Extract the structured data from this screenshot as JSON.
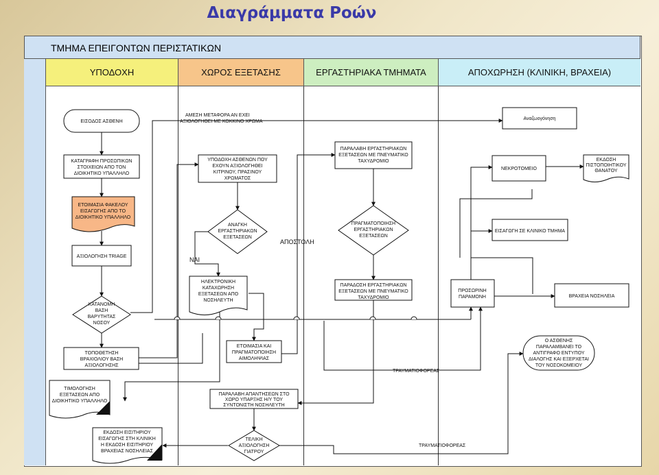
{
  "title": "Διαγράμματα Ροών",
  "department": "ΤΜΗΜΑ ΕΠΕΙΓΟΝΤΩΝ ΠΕΡΙΣΤΑΤΙΚΩΝ",
  "lanes": [
    {
      "label": "ΥΠΟΔΟΧΗ",
      "color": "#f5f07c"
    },
    {
      "label": "ΧΩΡΟΣ ΕΞΕΤΑΣΗΣ",
      "color": "#f7c58a"
    },
    {
      "label": "ΕΡΓΑΣΤΗΡΙΑΚΑ ΤΜΗΜΑΤΑ",
      "color": "#cdeec0"
    },
    {
      "label": "ΑΠΟΧΩΡΗΣΗ (ΚΛΙΝΙΚΗ, ΒΡΑΧΕΙΑ)",
      "color": "#c9eef7"
    }
  ],
  "nodes": {
    "entry": [
      "ΕΙΣΟΔΟΣ ΑΣΘΕΝΗ"
    ],
    "register": [
      "ΚΑΤΑΓΡΑΦΗ ΠΡΟΣΩΠΙΚΩΝ",
      "ΣΤΟΙΧΕΙΩΝ ΑΠΟ ΤΟΝ",
      "ΔΙΟΙΚΗΤΙΚΟ ΥΠΑΛΛΗΛΟ"
    ],
    "folder": [
      "ΕΤΟΙΜΑΣΙΑ ΦΑΚΕΛΟΥ",
      "ΕΙΣΑΓΩΓΗΣ ΑΠΟ ΤΟ",
      "ΔΙΟΙΚΗΤΙΚΟ ΥΠΑΛΛΗΛΟ"
    ],
    "triage": [
      "ΑΞΙΟΛΟΓΗΣΗ TRIAGE"
    ],
    "distribute": [
      "ΚΑΤΑΝΟΜΗ",
      "ΒΑΣΗ",
      "ΒΑΡΥΤΗΤΑΣ",
      "ΝΟΣΟΥ"
    ],
    "bracelet": [
      "ΤΟΠΟΘΕΤΗΣΗ",
      "ΒΡΑΧΙΟΛΙΟΥ ΒΑΣΗ",
      "ΑΞΙΟΛΟΓΗΣΗΣ"
    ],
    "invoice": [
      "ΤΙΜΟΛΟΓΗΣΗ",
      "ΕΞΕΤΑΣΕΩΝ ΑΠΟ",
      "ΔΙΟΙΚΗΤΙΚΟ ΥΠΑΛΛΗΛΟ"
    ],
    "admission_ticket": [
      "ΕΚΔΟΣΗ ΕΙΣΙΤΗΡΙΟΥ",
      "ΕΙΣΑΓΩΓΗΣ ΣΤΗ ΚΛΙΝΙΚΗ",
      "Η ΕΚΔΟΣΗ ΕΙΣΙΤΗΡΙΟΥ",
      "ΒΡΑΧΕΙΑΣ ΝΟΣΗΛΕΙΑΣ"
    ],
    "reception": [
      "ΥΠΟΔΟΧΗ ΑΣΘΕΝΩΝ ΠΟΥ",
      "ΕΧΟΥΝ ΑΞΙΟΛΟΓΗΘΕΙ",
      "ΚΙΤΡΙΝΟΥ, ΠΡΑΣΙΝΟΥ",
      "ΧΡΩΜΑΤΟΣ"
    ],
    "need_tests": [
      "ΑΝΑΓΚΗ",
      "ΕΡΓΑΣΤΗΡΙΑΚΩΝ",
      "ΕΞΕΤΑΣΕΩΝ"
    ],
    "e_record": [
      "ΗΛΕΚΤΡΟΝΙΚΗ",
      "ΚΑΤΑΧΩΡΗΣΗ",
      "ΕΞΕΤΑΣΕΩΝ ΑΠΟ",
      "ΝΟΣΗΛΕΥΤΗ"
    ],
    "blood_draw": [
      "ΕΤΟΙΜΑΣΙΑ ΚΑΙ",
      "ΠΡΑΓΜΑΤΟΠΟΙΗΣΗ",
      "ΑΙΜΟΛΗΨΙΑΣ"
    ],
    "results": [
      "ΠΑΡΑΛΑΒΗ ΑΠΑΝΤΗΣΕΩΝ ΣΤΟ",
      "ΧΩΡΟ ΥΠΑΡΞΗΣ Η/Υ ΤΟΥ",
      "ΣΥΝΤΟΝΙΣΤΗ ΝΟΣΗΛΕΥΤΗ"
    ],
    "final_eval": [
      "ΤΕΛΙΚΗ",
      "ΑΞΙΟΛΟΓΗΣΗ",
      "ΓΙΑΤΡΟΥ"
    ],
    "lab_receive": [
      "ΠΑΡΑΛΑΒΗ ΕΡΓΑΣΤΗΡΙΑΚΩΝ",
      "ΕΞΕΤΑΣΕΩΝ ΜΕ ΠΝΕΥΜΑΤΙΚΟ",
      "ΤΑΧΥΔΡΟΜΙΟ"
    ],
    "lab_perform": [
      "ΠΡΑΓΜΑΤΟΠΟΙΗΣΗ",
      "ΕΡΓΑΣΤΗΡΙΑΚΩΝ",
      "ΕΞΕΤΑΣΕΩΝ"
    ],
    "lab_deliver": [
      "ΠΑΡΑΔΟΣΗ ΕΡΓΑΣΤΗΡΙΑΚΩΝ",
      "ΕΞΕΤΑΣΕΩΝ ΜΕ ΠΝΕΥΜΑΤΙΚΟ",
      "ΤΑΧΥΔΡΟΜΙΟ"
    ],
    "resuscitation": [
      "Αναζωογόνηση"
    ],
    "morgue": [
      "ΝΕΚΡΟΤΟΜΕΙΟ"
    ],
    "death_cert": [
      "ΕΚΔΟΣΗ",
      "ΠΙΣΤΟΠΟΙΗΤΙΚΟΥ",
      "ΘΑΝΑΤΟΥ"
    ],
    "clinic": [
      "ΕΙΣΑΓΩΓΗ ΣΕ ΚΛΙΝΙΚΟ ΤΜΗΜΑ"
    ],
    "temp_stay": [
      "ΠΡΟΣΩΡΙΝΗ",
      "ΠΑΡΑΜΟΝΗ"
    ],
    "short_stay": [
      "ΒΡΑΧΕΙΑ ΝΟΣΗΛΕΙΑ"
    ],
    "leaves": [
      "Ο ΑΣΘΕΝΗΣ",
      "ΠΑΡΑΛΑΜΒΑΝΕΙ ΤΟ",
      "ΑΝΤΙΓΡΑΦΟ ΕΝΤΥΠΟΥ",
      "ΔΙΑΛΟΓΗΣ ΚΑΙ ΕΞΕΡΧΕΤΑΙ",
      "ΤΟΥ ΝΟΣΟΚΟΜΕΙΟΥ"
    ]
  },
  "edge_labels": {
    "direct_transfer": [
      "ΑΜΕΣΗ ΜΕΤΑΦΟΡΑ ΑΝ ΕΧΕΙ",
      "ΑΞΙΟΛΟΓΗΘΕΙ ΜΕ ΚΟΚΚΙΝΟ ΧΡΩΜΑ"
    ],
    "yes": "ΝΑΙ",
    "send": "ΑΠΟΣΤΟΛΗ",
    "stretcher1": "ΤΡΑΥΜΑΤΙΟΦΟΡΕΑΣ",
    "stretcher2": "ΤΡΑΥΜΑΤΙΟΦΟΡΕΑΣ"
  }
}
